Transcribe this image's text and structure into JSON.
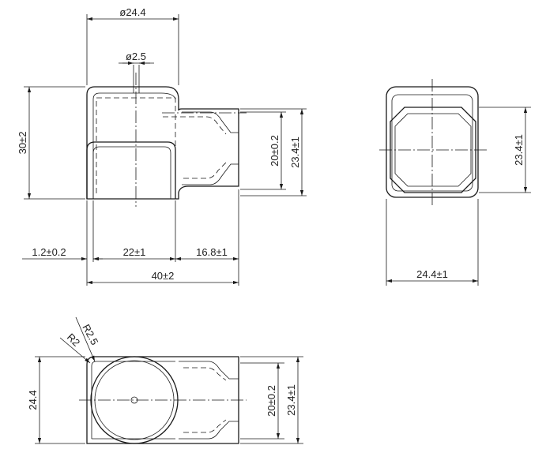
{
  "front_view": {
    "dia_outer": "ø24.4",
    "dia_hole": "ø2.5",
    "height": "30±2",
    "inner_dia": "20±0.2",
    "outer_dia": "23.4±1",
    "wall": "1.2±0.2",
    "body_len": "22±1",
    "stub_len": "16.8±1",
    "total_len": "40±2"
  },
  "side_view": {
    "height": "23.4±1",
    "width": "24.4±1"
  },
  "top_view": {
    "radius_outer": "R2.5",
    "radius_inner": "R2",
    "height": "24.4",
    "inner_dia": "20±0.2",
    "outer_dia": "23.4±1"
  }
}
